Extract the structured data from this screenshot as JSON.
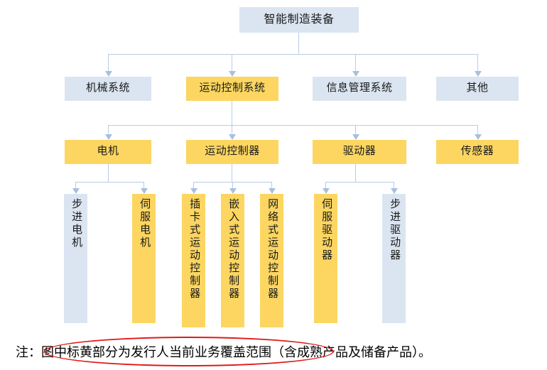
{
  "diagram": {
    "title_box": {
      "label": "智能制造装备",
      "color": "#dbe5f1",
      "highlighted": false
    },
    "level2": [
      {
        "label": "机械系统",
        "color": "#dbe5f1",
        "highlighted": false
      },
      {
        "label": "运动控制系统",
        "color": "#fcd661",
        "highlighted": true
      },
      {
        "label": "信息管理系统",
        "color": "#dbe5f1",
        "highlighted": false
      },
      {
        "label": "其他",
        "color": "#dbe5f1",
        "highlighted": false
      }
    ],
    "level3": [
      {
        "label": "电机",
        "color": "#fcd661",
        "highlighted": true
      },
      {
        "label": "运动控制器",
        "color": "#fcd661",
        "highlighted": true
      },
      {
        "label": "驱动器",
        "color": "#fcd661",
        "highlighted": true
      },
      {
        "label": "传感器",
        "color": "#fcd661",
        "highlighted": true
      }
    ],
    "level4": [
      {
        "label": "步进电机",
        "color": "#dbe5f1",
        "highlighted": false,
        "parent": "电机"
      },
      {
        "label": "伺服电机",
        "color": "#fcd661",
        "highlighted": true,
        "parent": "电机"
      },
      {
        "label": "插卡式运动控制器",
        "color": "#fcd661",
        "highlighted": true,
        "parent": "运动控制器"
      },
      {
        "label": "嵌入式运动控制器",
        "color": "#fcd661",
        "highlighted": true,
        "parent": "运动控制器"
      },
      {
        "label": "网络式运动控制器",
        "color": "#fcd661",
        "highlighted": true,
        "parent": "运动控制器"
      },
      {
        "label": "伺服驱动器",
        "color": "#fcd661",
        "highlighted": true,
        "parent": "驱动器"
      },
      {
        "label": "步进驱动器",
        "color": "#dbe5f1",
        "highlighted": false,
        "parent": "驱动器"
      }
    ]
  },
  "note": {
    "prefix": "注：",
    "text": "图中标黄部分为发行人当前业务覆盖范围（含成熟产品及储备产品）。",
    "full": "注：图中标黄部分为发行人当前业务覆盖范围（含成熟产品及储备产品）。",
    "annotation_color": "#e01b1b"
  },
  "colors": {
    "highlight_yellow": "#fcd661",
    "standard_blue": "#dbe5f1",
    "connector": "#b8cce4",
    "annotation_red": "#e01b1b"
  }
}
